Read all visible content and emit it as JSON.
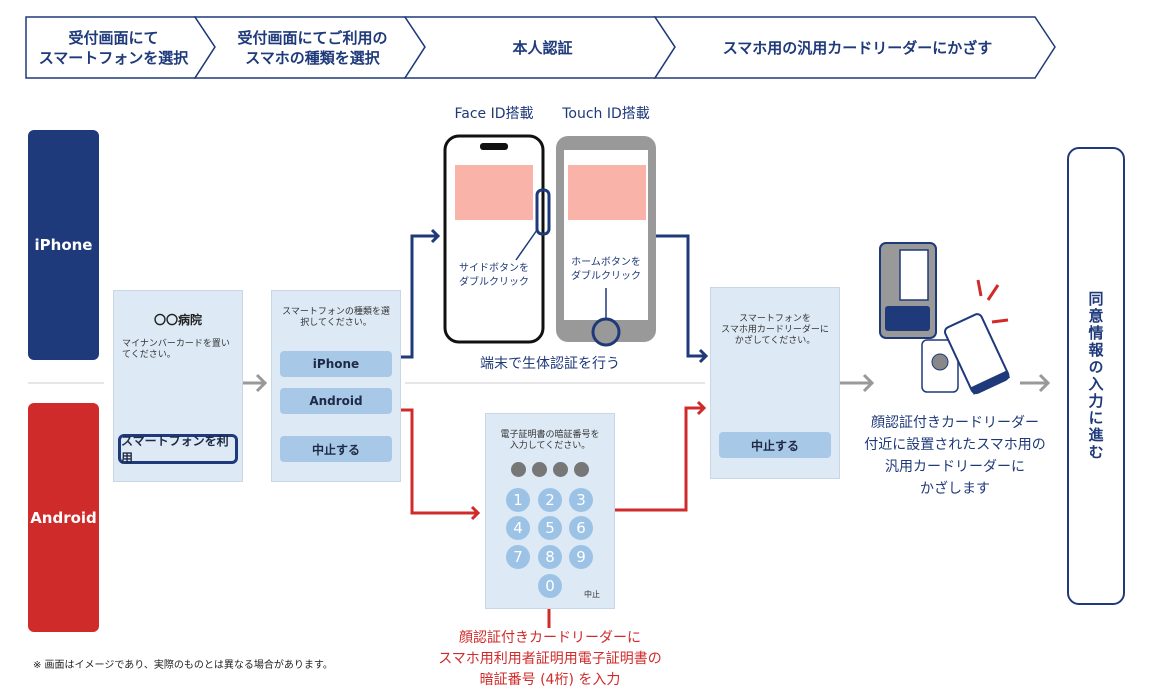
{
  "steps": [
    "受付画面にて\nスマートフォンを選択",
    "受付画面にてご利用の\nスマホの種類を選択",
    "本人認証",
    "スマホ用の汎用カードリーダーにかざす"
  ],
  "rows": {
    "iphone": "iPhone",
    "android": "Android"
  },
  "screen1": {
    "title": "〇〇病院",
    "message": "マイナンバーカードを置いてください。",
    "button": "スマートフォンを利用"
  },
  "screen2": {
    "message": "スマートフォンの種類を選択してください。",
    "buttons": [
      "iPhone",
      "Android",
      "中止する"
    ]
  },
  "faceid": {
    "label": "Face ID搭載",
    "hint": "サイドボタンを\nダブルクリック"
  },
  "touchid": {
    "label": "Touch ID搭載",
    "hint": "ホームボタンを\nダブルクリック"
  },
  "bio_caption": "端末で生体認証を行う",
  "pin": {
    "message": "電子証明書の暗証番号を\n入力してください。",
    "keys": [
      "1",
      "2",
      "3",
      "4",
      "5",
      "6",
      "7",
      "8",
      "9",
      "0"
    ],
    "cancel": "中止",
    "caption": "顔認証付きカードリーダーに\nスマホ用利用者証明用電子証明書の\n暗証番号 (4桁) を入力"
  },
  "screen3": {
    "message": "スマートフォンを\nスマホ用カードリーダーに\nかざしてください。",
    "button": "中止する"
  },
  "reader_caption": "顔認証付きカードリーダー\n付近に設置されたスマホ用の\n汎用カードリーダーに\nかざします",
  "final": "同意情報の入力に進む",
  "footnote": "※ 画面はイメージであり、実際のものとは異なる場合があります。",
  "colors": {
    "navy": "#1f3a7a",
    "red": "#d02b2b",
    "screen": "#dde9f5",
    "button": "#a8c8e8",
    "arrow": "#999999"
  }
}
